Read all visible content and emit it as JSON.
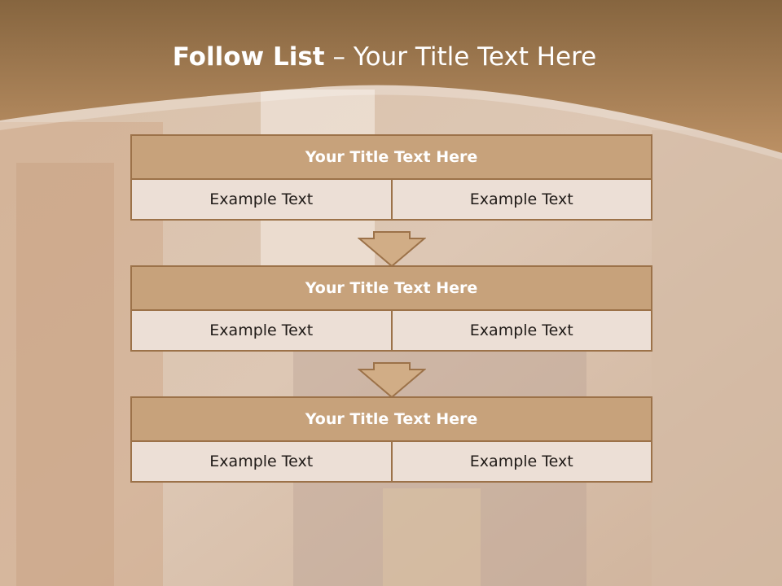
{
  "slide": {
    "title_bold": "Follow List",
    "title_rest": " – Your Title Text Here"
  },
  "blocks": [
    {
      "title": "Your Title Text Here",
      "left": "Example Text",
      "right": "Example Text"
    },
    {
      "title": "Your Title Text Here",
      "left": "Example Text",
      "right": "Example Text"
    },
    {
      "title": "Your Title Text Here",
      "left": "Example Text",
      "right": "Example Text"
    }
  ],
  "colors": {
    "header_band": "#b58a5d",
    "block_title_fill": "#c7a27b",
    "block_border": "#9c7249",
    "cell_fill": "#ecdfd6",
    "arrow_fill": "#d1ad86"
  }
}
